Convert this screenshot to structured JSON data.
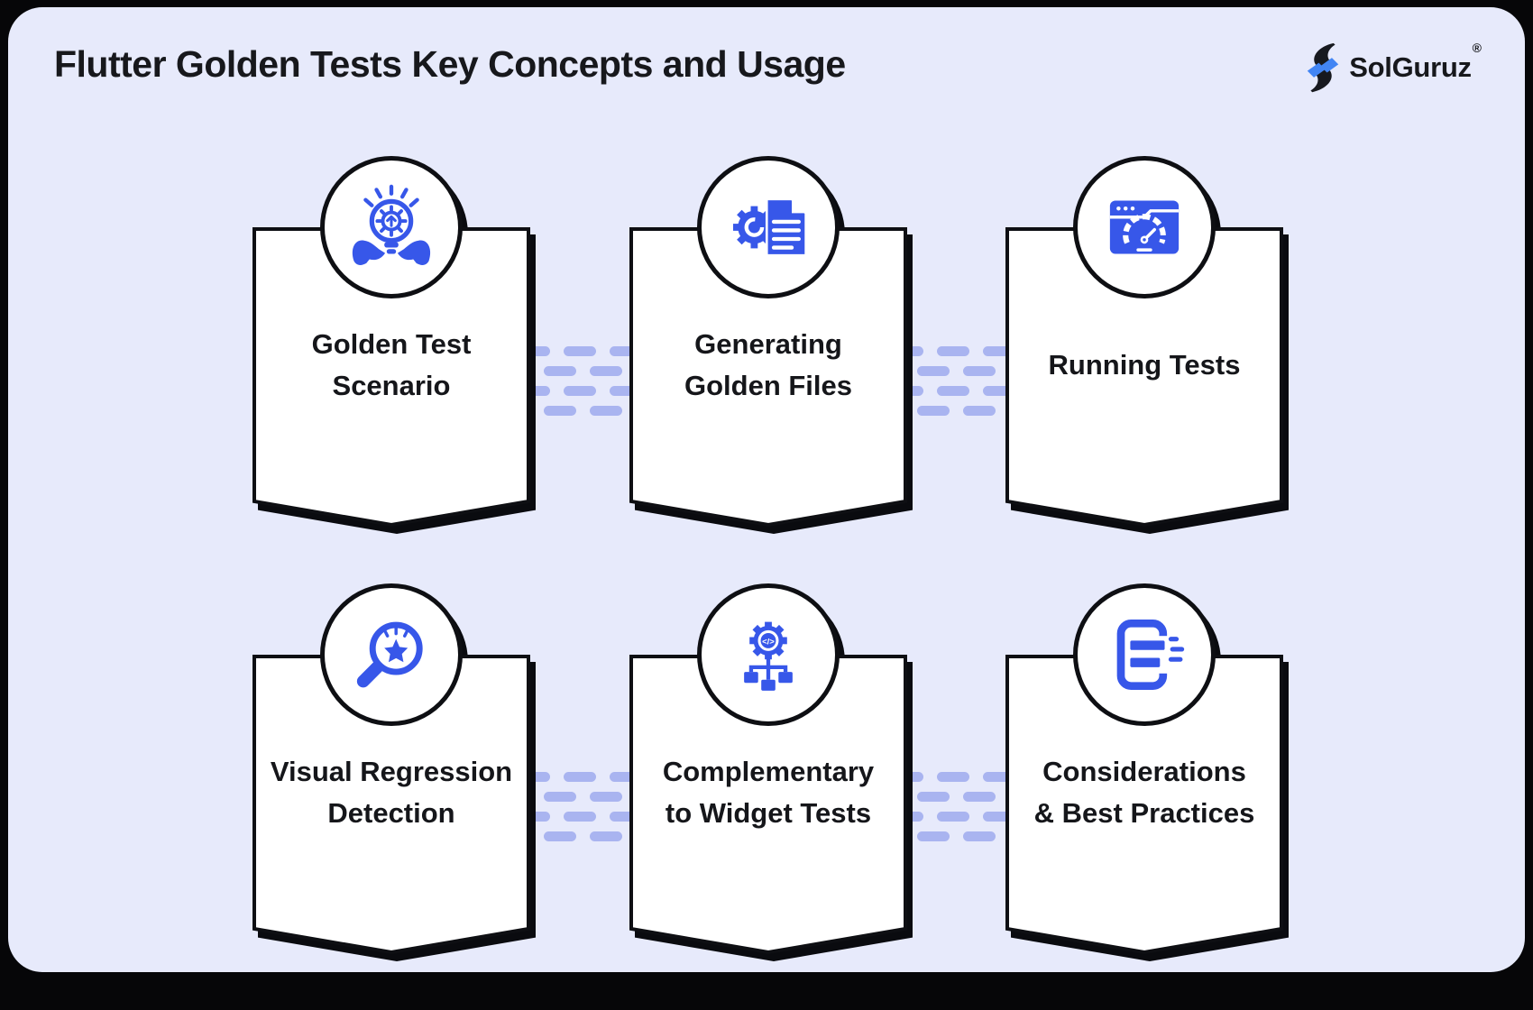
{
  "page": {
    "title": "Flutter Golden Tests Key Concepts and Usage",
    "brand": {
      "name": "SolGuruz",
      "registered_mark": "®"
    }
  },
  "colors": {
    "frame": "#060608",
    "panel_background": "#E7EAFB",
    "card_fill": "#FFFFFF",
    "outline_black": "#0E0F13",
    "icon_blue": "#3757E9",
    "logo_blue": "#4285F4",
    "dash_blue": "#A9B4F0",
    "text": "#15161A"
  },
  "cards": [
    {
      "id": "golden-test-scenario",
      "icon": "hands-idea-bulb-icon",
      "line1": "Golden Test",
      "line2": "Scenario"
    },
    {
      "id": "generating-golden-files",
      "icon": "gear-document-icon",
      "line1": "Generating",
      "line2": "Golden Files"
    },
    {
      "id": "running-tests",
      "icon": "browser-speedometer-icon",
      "line1": "Running Tests",
      "line2": ""
    },
    {
      "id": "visual-regression-detection",
      "icon": "magnifier-star-icon",
      "line1": "Visual Regression",
      "line2": "Detection"
    },
    {
      "id": "complementary-to-widget-tests",
      "icon": "gear-code-flow-icon",
      "line1": "Complementary",
      "line2": "to Widget Tests"
    },
    {
      "id": "considerations-best-practices",
      "icon": "document-speed-icon",
      "line1": "Considerations",
      "line2": "& Best Practices"
    }
  ]
}
